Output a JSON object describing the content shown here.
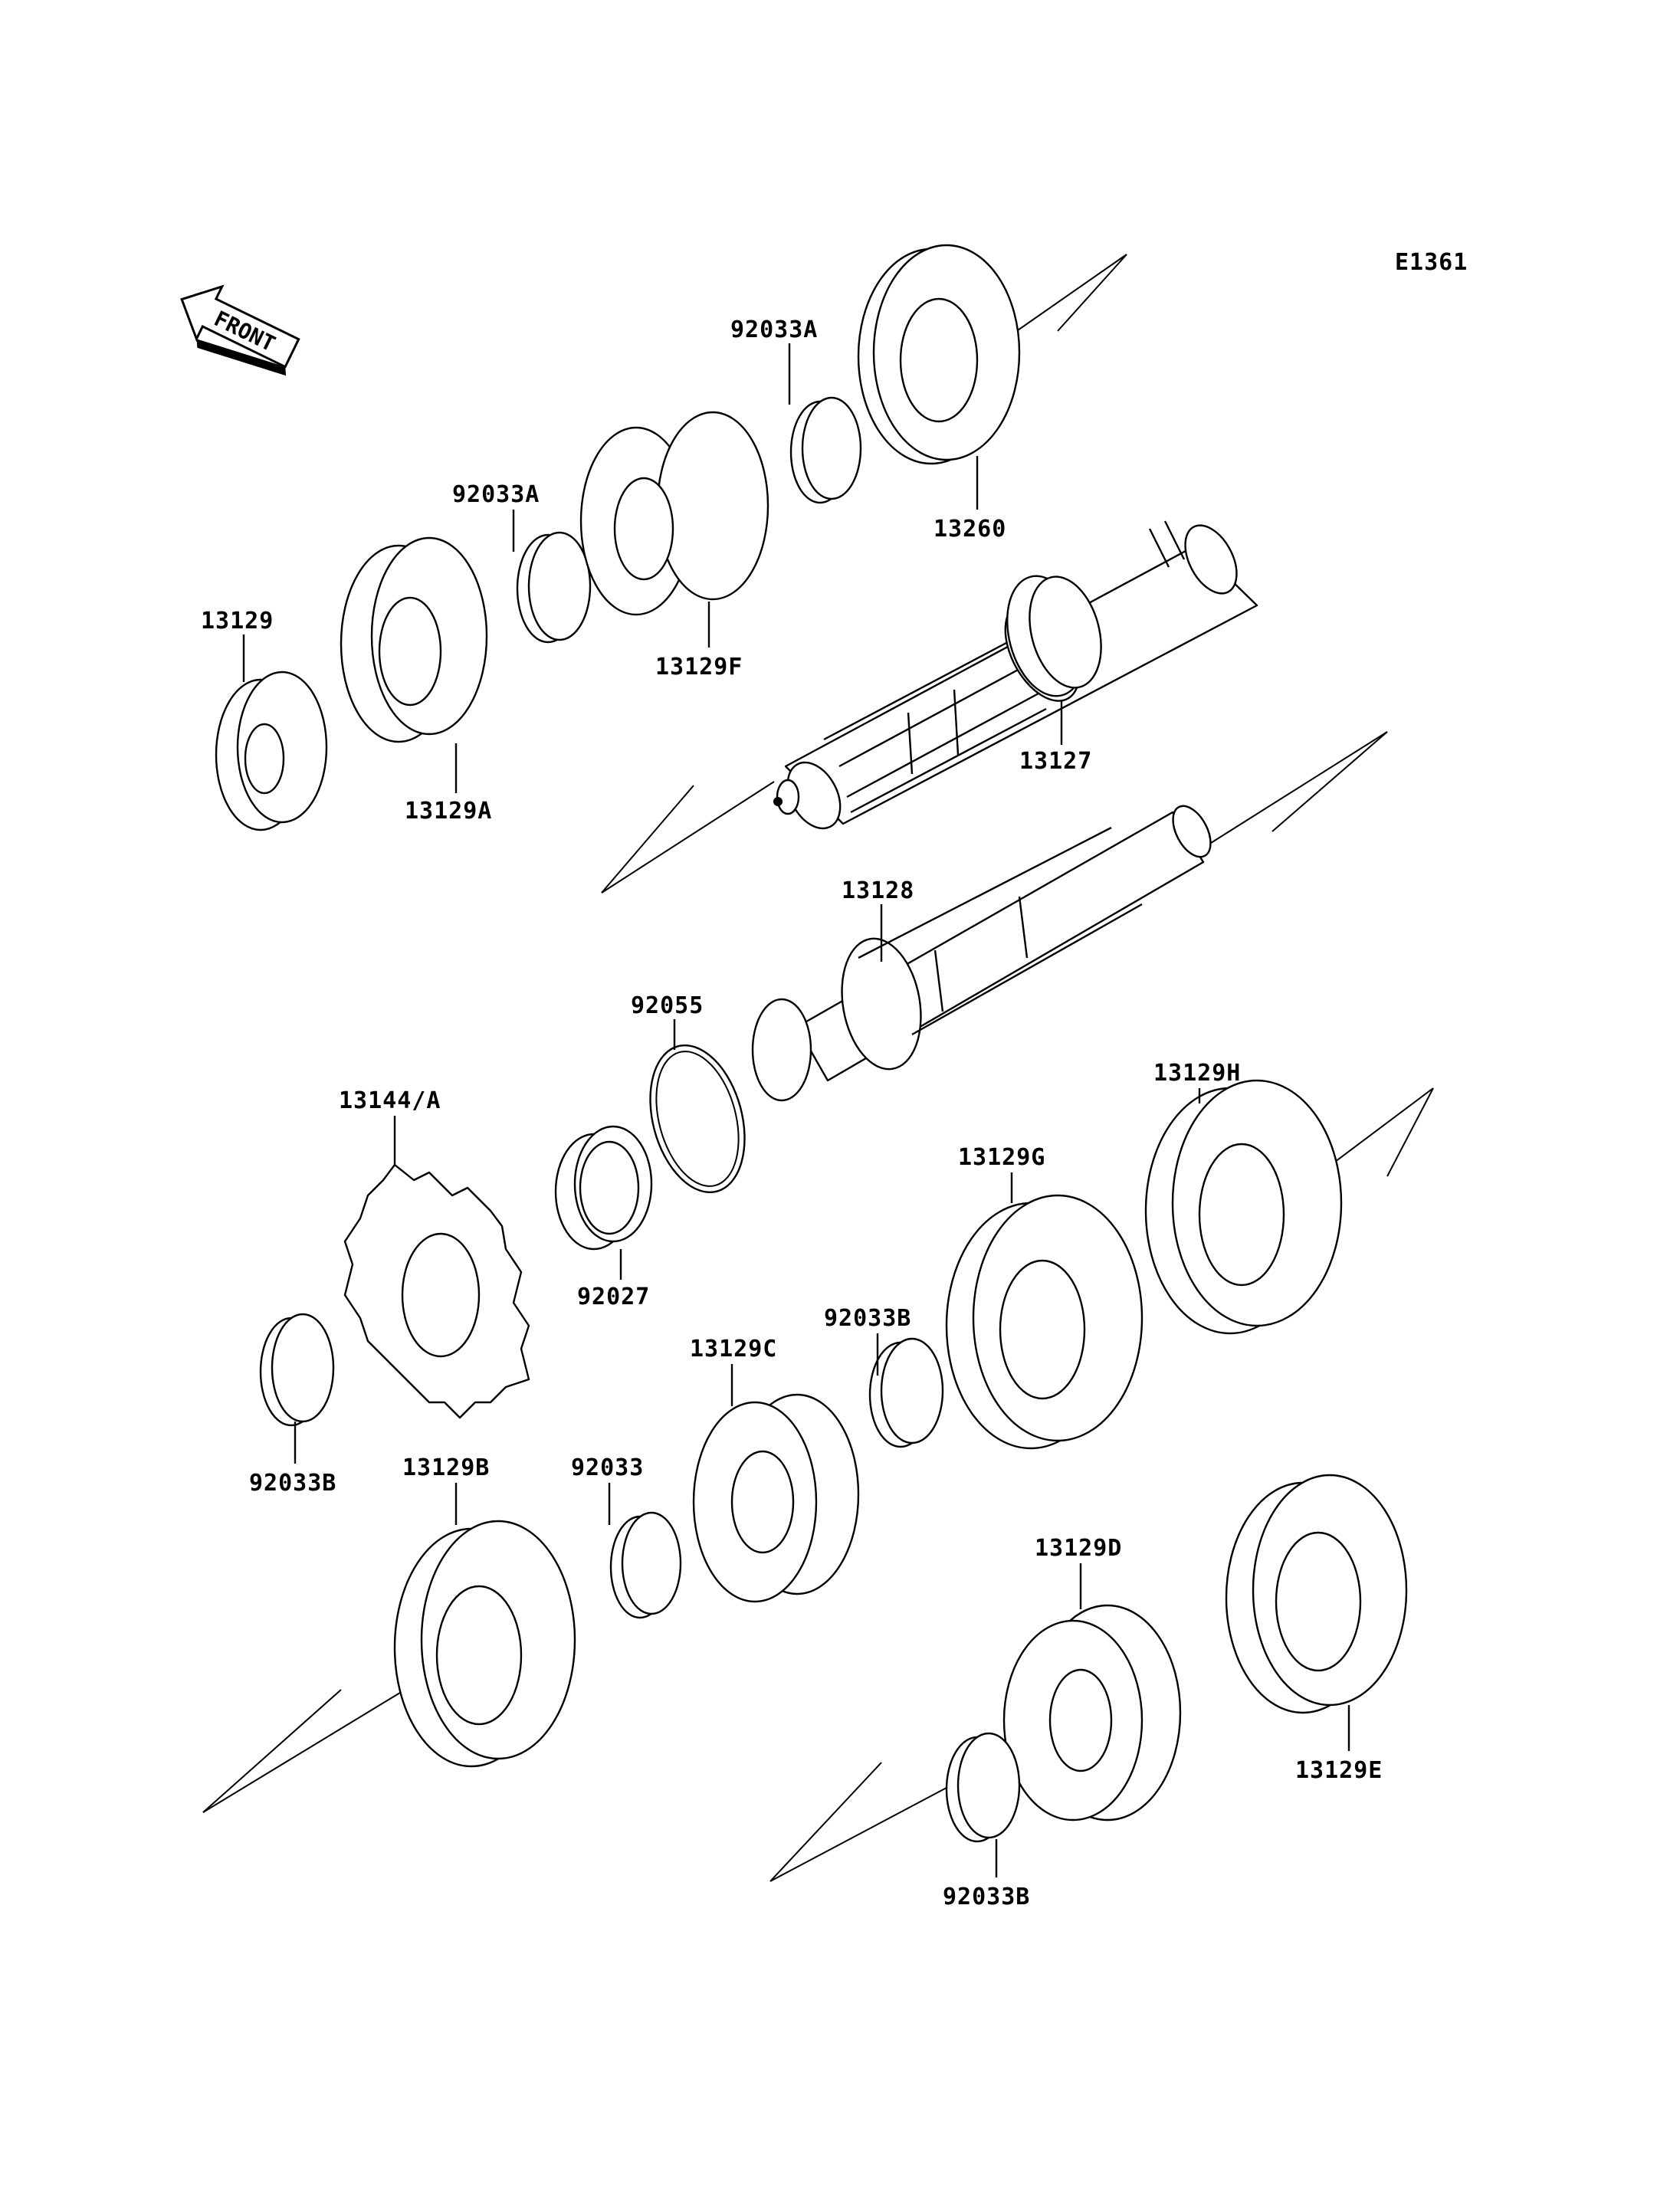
{
  "diagram": {
    "code": "E1361",
    "front_marker": "FRONT",
    "parts": [
      {
        "id": "13129",
        "label": "13129"
      },
      {
        "id": "13129A",
        "label": "13129A"
      },
      {
        "id": "92033A-1",
        "label": "92033A"
      },
      {
        "id": "13129F",
        "label": "13129F"
      },
      {
        "id": "92033A-2",
        "label": "92033A"
      },
      {
        "id": "13260",
        "label": "13260"
      },
      {
        "id": "13127",
        "label": "13127"
      },
      {
        "id": "13128",
        "label": "13128"
      },
      {
        "id": "92055",
        "label": "92055"
      },
      {
        "id": "13144A",
        "label": "13144/A"
      },
      {
        "id": "92027",
        "label": "92027"
      },
      {
        "id": "13129H",
        "label": "13129H"
      },
      {
        "id": "13129G",
        "label": "13129G"
      },
      {
        "id": "92033B-1",
        "label": "92033B"
      },
      {
        "id": "13129C",
        "label": "13129C"
      },
      {
        "id": "92033B-2",
        "label": "92033B"
      },
      {
        "id": "13129B",
        "label": "13129B"
      },
      {
        "id": "92033",
        "label": "92033"
      },
      {
        "id": "13129D",
        "label": "13129D"
      },
      {
        "id": "13129E",
        "label": "13129E"
      },
      {
        "id": "92033B-3",
        "label": "92033B"
      }
    ]
  }
}
